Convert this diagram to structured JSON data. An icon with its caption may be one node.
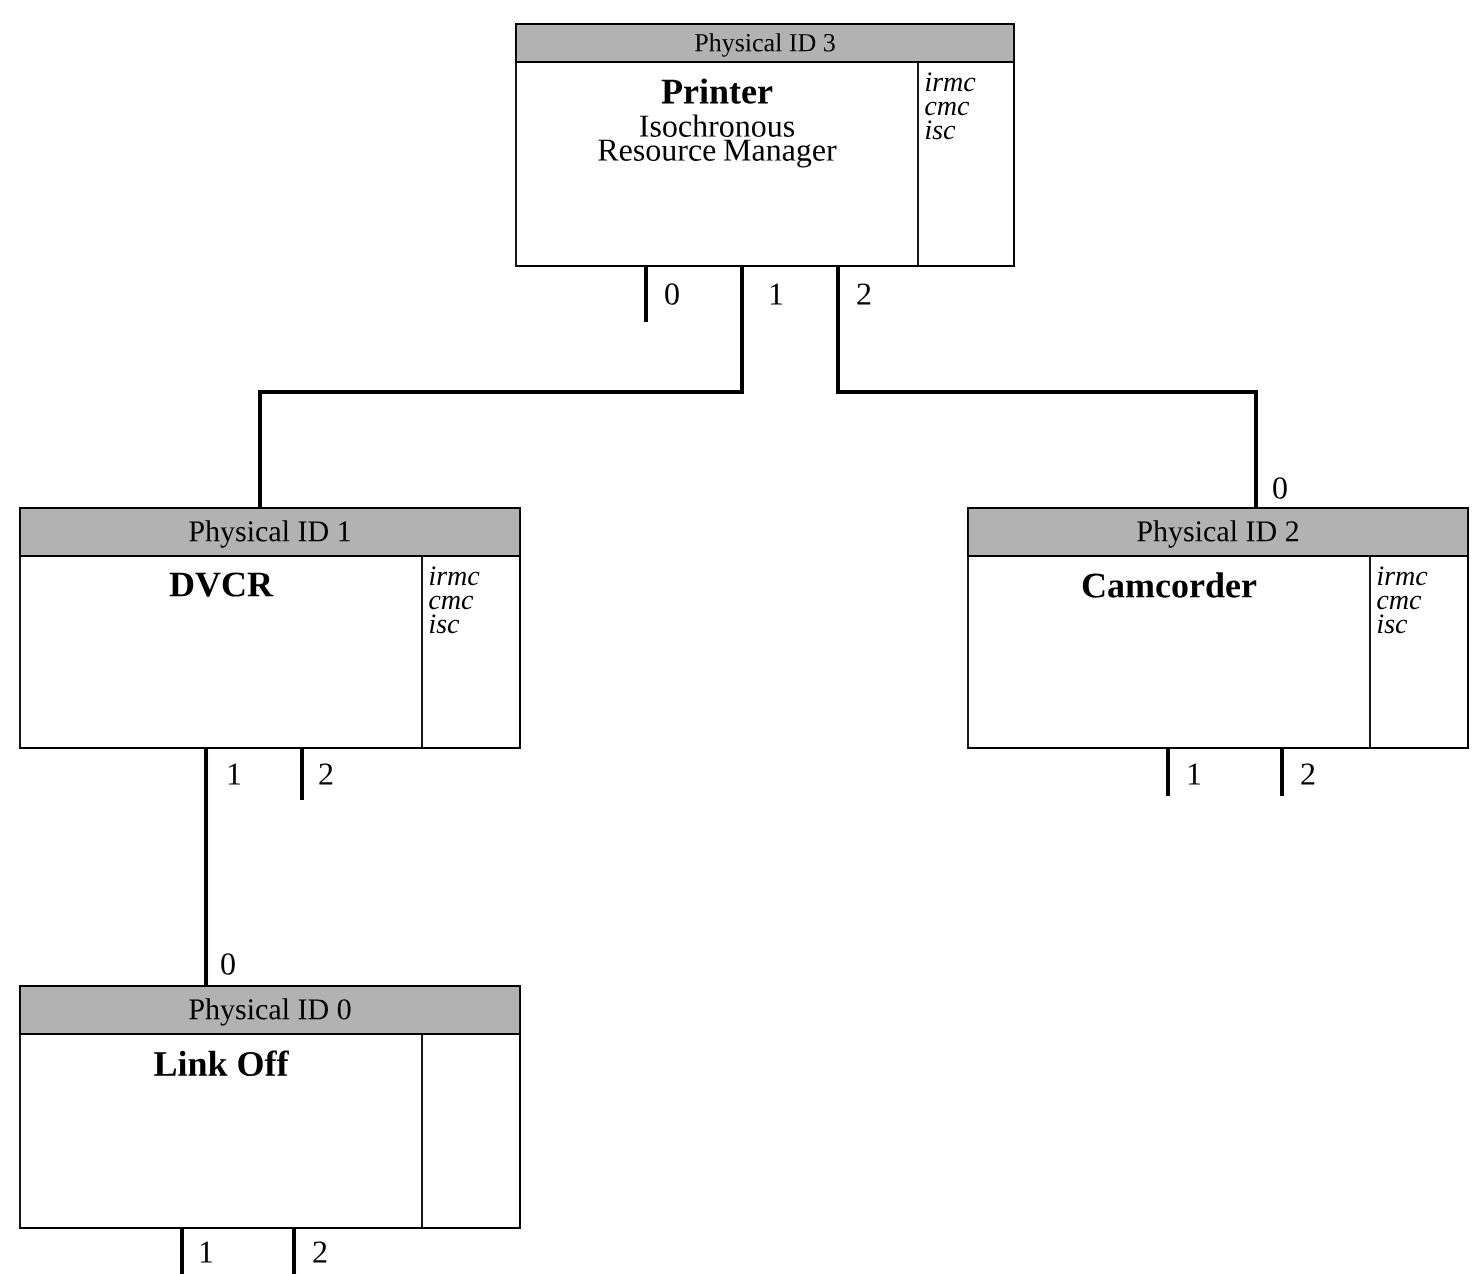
{
  "diagram": {
    "nodes": [
      {
        "text": [
          "Physical ID 3",
          "Printer",
          "Isochronous Resource Manager"
        ],
        "beside": [
          "0",
          "1",
          "2"
        ]
      },
      {
        "text": [
          "irmc cmc isc"
        ],
        "in": 0
      },
      {
        "text": [
          "Physical ID 1",
          "DVCR"
        ],
        "beside": [
          "1",
          "2"
        ]
      },
      {
        "text": [
          "irmc cmc isc"
        ],
        "in": 2
      },
      {
        "text": [
          "Physical ID 2",
          "Camcorder"
        ],
        "beside": [
          "0",
          "1",
          "2"
        ]
      },
      {
        "text": [
          "irmc cmc isc"
        ],
        "in": 4
      },
      {
        "text": [
          "Physical ID 0",
          "Link Off"
        ],
        "beside": [
          "0",
          "1",
          "2"
        ]
      },
      {
        "text": [],
        "shape": "box",
        "in": 6
      }
    ],
    "edges": [
      {
        "from": 0,
        "to": 2,
        "arrow": "none"
      },
      {
        "from": 0,
        "to": 4,
        "arrow": "none"
      },
      {
        "from": 2,
        "to": 6,
        "arrow": "none"
      }
    ]
  }
}
